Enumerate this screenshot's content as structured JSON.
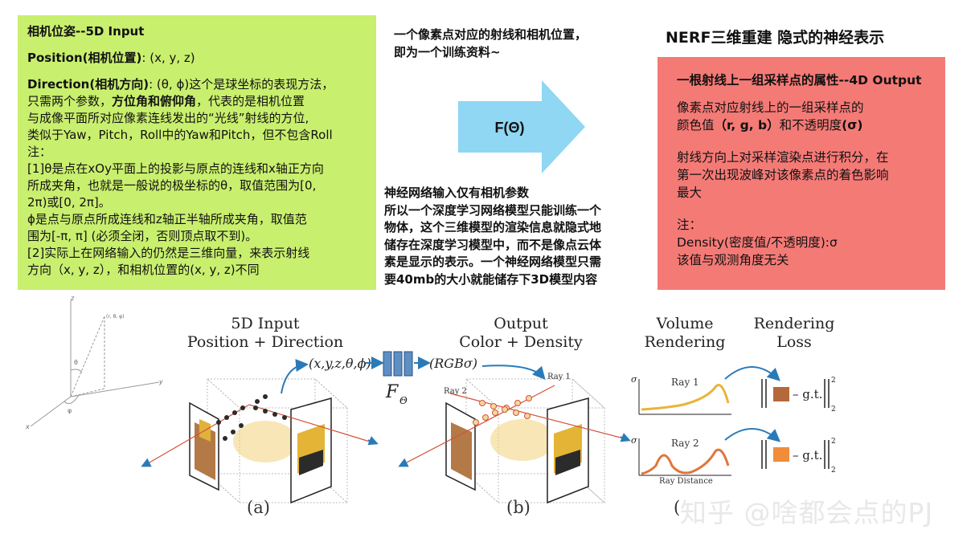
{
  "left_box": {
    "title": "相机位姿--5D Input",
    "position_label": "Position(相机位置)",
    "position_value": ": (x, y, z)",
    "direction_label": "Direction(相机方向)",
    "direction_line1_rest": ": (θ, ϕ)这个是球坐标的表现方法，",
    "line2_pre": "只需两个参数，",
    "line2_bold": "方位角和俯仰角",
    "line2_post": "，代表的是相机位置",
    "line3": "与成像平面所对应像素连线发出的“光线”射线的方位,",
    "line4": "类似于Yaw，Pitch，Roll中的Yaw和Pitch，但不包含Roll",
    "line5": "注：",
    "line6": "[1]θ是点在xOy平面上的投影与原点的连线和x轴正方向",
    "line7": "所成夹角，也就是一般说的极坐标的θ，取值范围为[0,",
    "line8": "2π)或[0, 2π]。",
    "line9": "ϕ是点与原点所成连线和z轴正半轴所成夹角，取值范",
    "line10": "围为[-π, π] (必须全闭，否则顶点取不到)。",
    "line11": "[2]实际上在网络输入的仍然是三维向量，来表示射线",
    "line12": "方向（x, y, z），和相机位置的(x, y, z)不同"
  },
  "middle": {
    "top_line1": "一个像素点对应的射线和相机位置，",
    "top_line2": "即为一个训练资料~",
    "arrow_label": "F(Θ)",
    "bottom_lines": [
      "神经网络输入仅有相机参数",
      "所以一个深度学习网络模型只能训练一个",
      "物体，这个三维模型的渲染信息就隐式地",
      "储存在深度学习模型中，而不是像点云体",
      "素是显示的表示。一个神经网络模型只需",
      "要40mb的大小就能储存下3D模型内容"
    ]
  },
  "right": {
    "title": "NERF三维重建 隐式的神经表示",
    "box_heading": "一根射线上一组采样点的属性--4D Output",
    "p1_line1": "像素点对应射线上的一组采样点的",
    "p1_line2_pre": "颜色值",
    "p1_line2_bold": "（r, g, b）",
    "p1_line2_mid": "和不透明度",
    "p1_line2_bold2": "(σ)",
    "p2_line1": "射线方向上对采样渲染点进行积分，在",
    "p2_line2": "第一次出现波峰对该像素点的着色影响",
    "p2_line3": "最大",
    "note_label": "注：",
    "note_line1": "Density(密度值/不透明度):σ",
    "note_line2": "该值与观测角度无关",
    "box_color": "#f47a76"
  },
  "figure": {
    "input_title1": "5D Input",
    "input_title2": "Position + Direction",
    "output_title1": "Output",
    "output_title2": "Color + Density",
    "volume_title1": "Volume",
    "volume_title2": "Rendering",
    "loss_title1": "Rendering",
    "loss_title2": "Loss",
    "input_tuple": "(x,y,z,θ,ϕ)",
    "output_tuple": "(RGBσ)",
    "f_theta": "F",
    "f_theta_sub": "Θ",
    "ray1": "Ray 1",
    "ray2": "Ray 2",
    "ray_distance": "Ray Distance",
    "sigma": "σ",
    "gt": "– g.t.",
    "sup2": "2",
    "label_a": "(a)",
    "label_b": "(b)",
    "label_c": "(",
    "coord_point": "(r, θ, φ)",
    "axis_z": "z",
    "axis_y": "y",
    "axis_x": "x",
    "theta_sym": "θ",
    "phi_sym": "φ",
    "loss_color1": "#b5683a",
    "loss_color2": "#f08c3a"
  },
  "watermark": "知乎 @啥都会点的PJ"
}
